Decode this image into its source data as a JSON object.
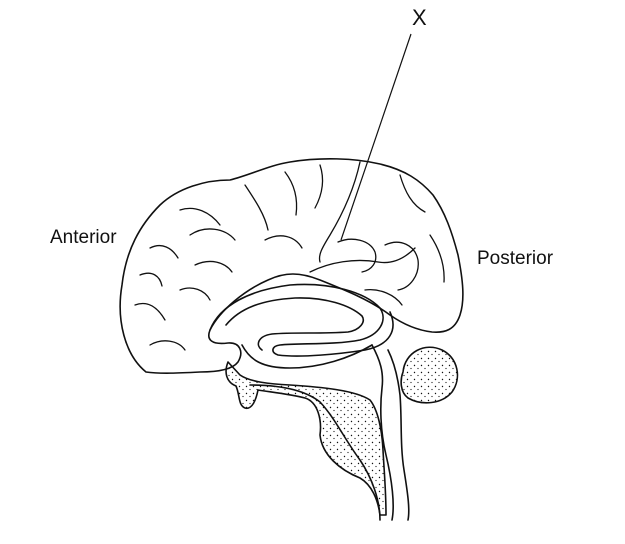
{
  "labels": {
    "pointer": "X",
    "left": "Anterior",
    "right": "Posterior"
  },
  "colors": {
    "stroke": "#111111",
    "background": "#ffffff"
  }
}
